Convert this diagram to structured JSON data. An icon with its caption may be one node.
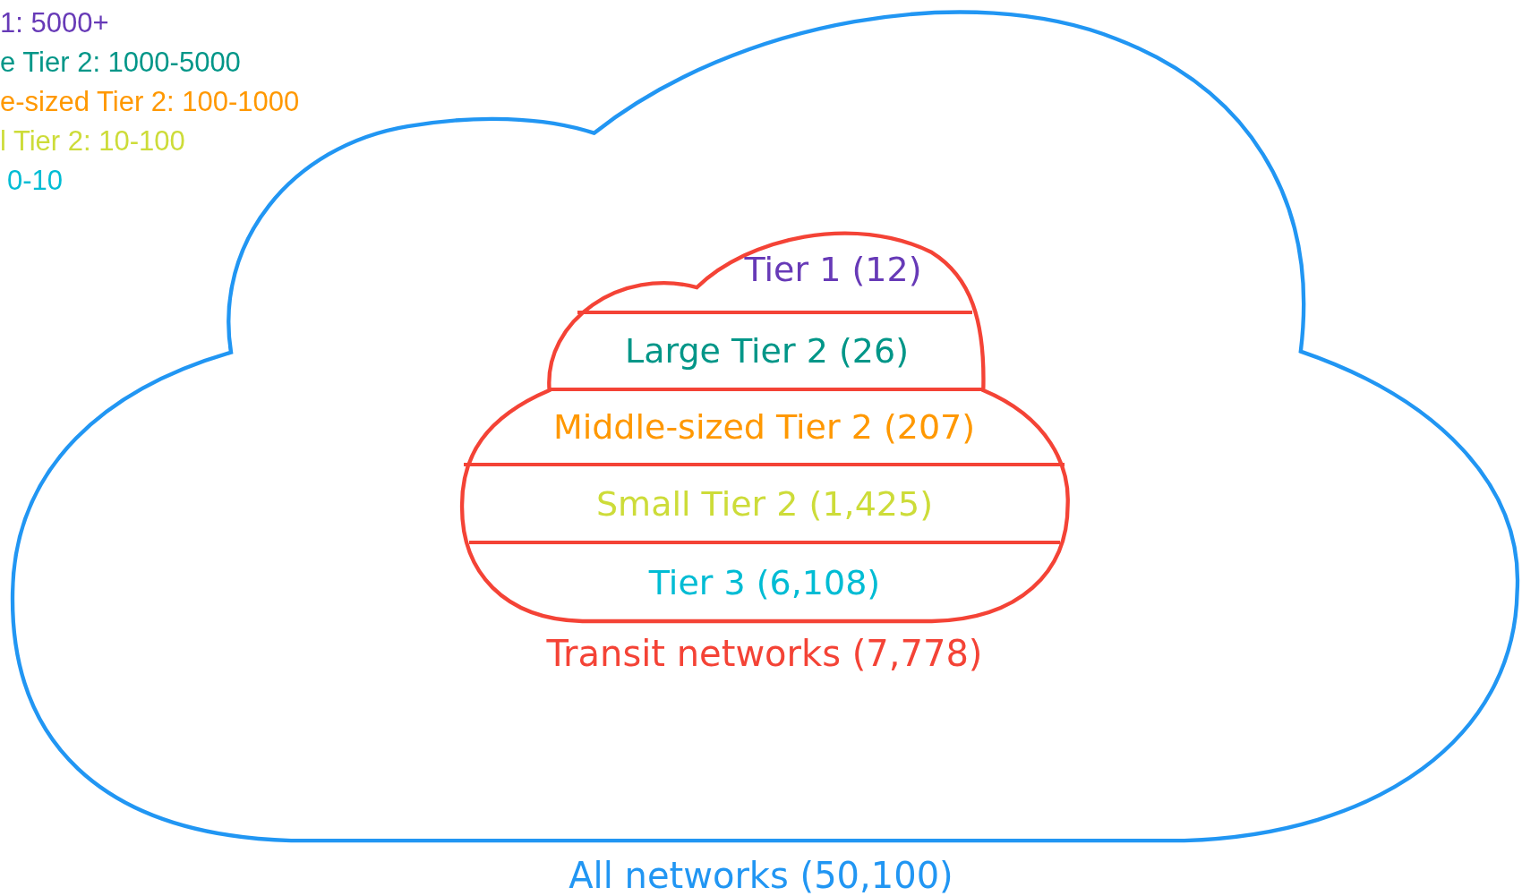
{
  "diagram": {
    "nodes": [
      {
        "text": [
          "All networks (50,100)"
        ]
      },
      {
        "text": [
          "Transit networks (7,778)"
        ],
        "in": 0
      },
      {
        "text": [
          "Tier 1 (12)"
        ],
        "in": 1
      },
      {
        "text": [
          "Large Tier 2 (26)"
        ],
        "in": 1
      },
      {
        "text": [
          "Middle-sized Tier 2 (207)"
        ],
        "in": 1
      },
      {
        "text": [
          "Small Tier 2 (1,425)"
        ],
        "in": 1
      },
      {
        "text": [
          "Tier 3 (6,108)"
        ],
        "in": 1
      }
    ],
    "edges": [],
    "labels": [
      "1: 5000+",
      "e Tier 2: 1000-5000",
      "e-sized Tier 2: 100-1000",
      "l Tier 2: 10-100",
      "0-10"
    ]
  }
}
